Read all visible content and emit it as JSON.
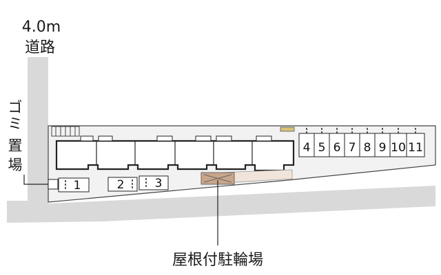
{
  "labels": {
    "road_width": "4.0m",
    "road_name": "道路",
    "garbage": [
      "ゴ",
      "ミ",
      "置",
      "場"
    ],
    "bicycle_parking": "屋根付駐輪場"
  },
  "parking": {
    "left_slots": [
      "1",
      "2",
      "3"
    ],
    "right_slots": [
      "4",
      "5",
      "6",
      "7",
      "8",
      "9",
      "10",
      "11"
    ]
  },
  "colors": {
    "road": "#d9d9d9",
    "lot": "#f2f2f2",
    "bicycle_roof": "#c9a58a",
    "bicycle_floor": "#f1e4da"
  }
}
